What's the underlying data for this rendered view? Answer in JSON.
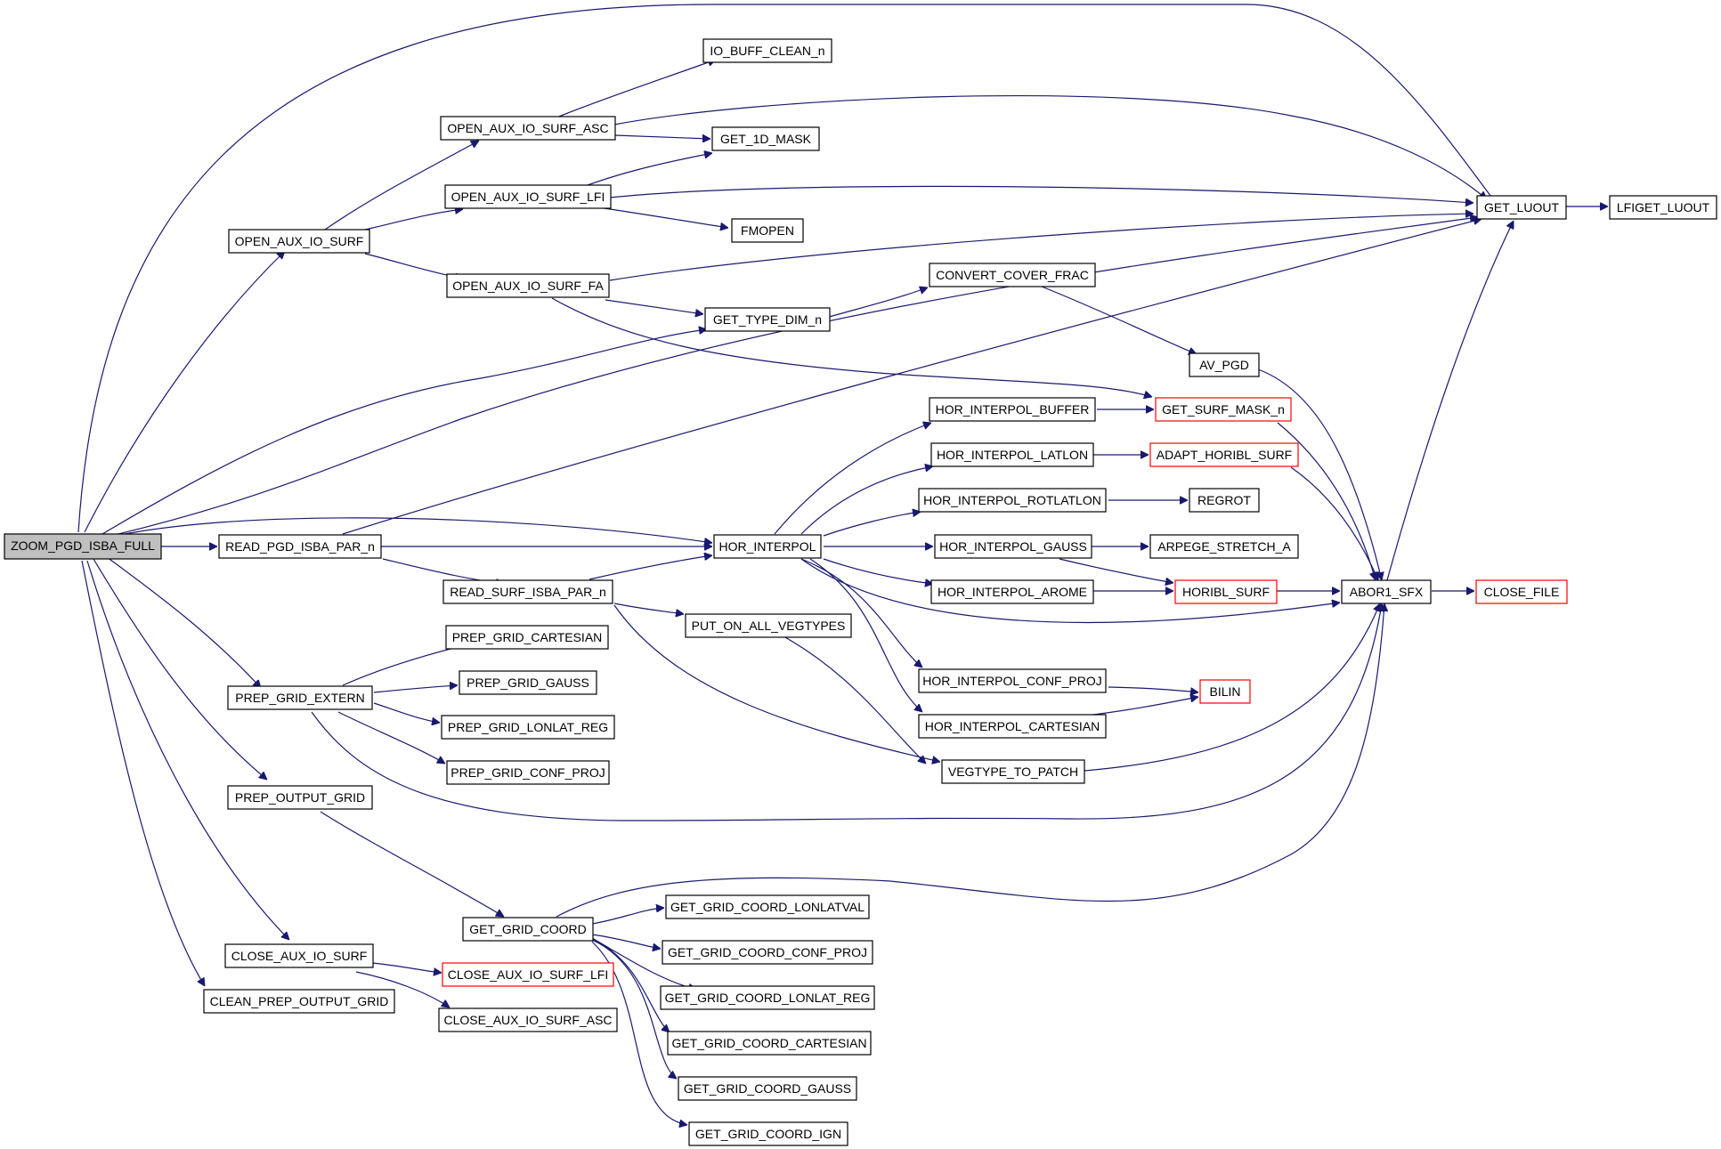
{
  "colors": {
    "edge": "#191970",
    "border": "#000000",
    "truncated": "#ff0000",
    "root_fill": "#bfbfbf"
  },
  "nodes": {
    "root": "ZOOM_PGD_ISBA_FULL",
    "io_buff_clean": "IO_BUFF_CLEAN_n",
    "open_aux_asc": "OPEN_AUX_IO_SURF_ASC",
    "get_1d_mask": "GET_1D_MASK",
    "open_aux_lfi": "OPEN_AUX_IO_SURF_LFI",
    "open_aux": "OPEN_AUX_IO_SURF",
    "fmopen": "FMOPEN",
    "open_aux_fa": "OPEN_AUX_IO_SURF_FA",
    "get_type_dim": "GET_TYPE_DIM_n",
    "convert_cover": "CONVERT_COVER_FRAC",
    "get_luout": "GET_LUOUT",
    "lfiget_luout": "LFIGET_LUOUT",
    "av_pgd": "AV_PGD",
    "get_surf_mask": "GET_SURF_MASK_n",
    "hor_buffer": "HOR_INTERPOL_BUFFER",
    "hor_latlon": "HOR_INTERPOL_LATLON",
    "adapt_horibl": "ADAPT_HORIBL_SURF",
    "hor_rotlatlon": "HOR_INTERPOL_ROTLATLON",
    "regrot": "REGROT",
    "read_pgd_isba": "READ_PGD_ISBA_PAR_n",
    "hor_interpol": "HOR_INTERPOL",
    "hor_gauss": "HOR_INTERPOL_GAUSS",
    "arpege_stretch": "ARPEGE_STRETCH_A",
    "read_surf_isba": "READ_SURF_ISBA_PAR_n",
    "hor_arome": "HOR_INTERPOL_AROME",
    "horibl_surf": "HORIBL_SURF",
    "abor1_sfx": "ABOR1_SFX",
    "close_file": "CLOSE_FILE",
    "put_on_all": "PUT_ON_ALL_VEGTYPES",
    "prep_cartesian": "PREP_GRID_CARTESIAN",
    "prep_gauss": "PREP_GRID_GAUSS",
    "prep_extern": "PREP_GRID_EXTERN",
    "hor_conf_proj": "HOR_INTERPOL_CONF_PROJ",
    "bilin": "BILIN",
    "prep_lonlat": "PREP_GRID_LONLAT_REG",
    "hor_cartesian": "HOR_INTERPOL_CARTESIAN",
    "prep_conf_proj": "PREP_GRID_CONF_PROJ",
    "vegtype_patch": "VEGTYPE_TO_PATCH",
    "prep_output": "PREP_OUTPUT_GRID",
    "ggc_lonlatval": "GET_GRID_COORD_LONLATVAL",
    "get_grid_coord": "GET_GRID_COORD",
    "ggc_conf_proj": "GET_GRID_COORD_CONF_PROJ",
    "close_aux": "CLOSE_AUX_IO_SURF",
    "close_aux_lfi": "CLOSE_AUX_IO_SURF_LFI",
    "ggc_lonlat_reg": "GET_GRID_COORD_LONLAT_REG",
    "clean_prep": "CLEAN_PREP_OUTPUT_GRID",
    "close_aux_asc": "CLOSE_AUX_IO_SURF_ASC",
    "ggc_cartesian": "GET_GRID_COORD_CARTESIAN",
    "ggc_gauss": "GET_GRID_COORD_GAUSS",
    "ggc_ign": "GET_GRID_COORD_IGN"
  }
}
